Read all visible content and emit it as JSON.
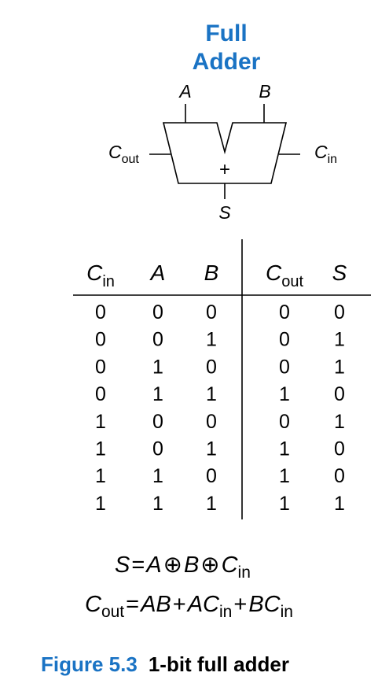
{
  "diagram": {
    "title_line1": "Full",
    "title_line2": "Adder",
    "symbol": "+",
    "inputs": {
      "a": "A",
      "b": "B",
      "cin_base": "C",
      "cin_sub": "in"
    },
    "outputs": {
      "s": "S",
      "cout_base": "C",
      "cout_sub": "out"
    },
    "colors": {
      "title": "#1a73c4",
      "figure_number": "#1a73c4",
      "lines": "#000000"
    }
  },
  "truth_table": {
    "columns": [
      {
        "base": "C",
        "sub": "in"
      },
      {
        "base": "A",
        "sub": ""
      },
      {
        "base": "B",
        "sub": ""
      },
      {
        "base": "C",
        "sub": "out"
      },
      {
        "base": "S",
        "sub": ""
      }
    ],
    "rows": [
      [
        "0",
        "0",
        "0",
        "0",
        "0"
      ],
      [
        "0",
        "0",
        "1",
        "0",
        "1"
      ],
      [
        "0",
        "1",
        "0",
        "0",
        "1"
      ],
      [
        "0",
        "1",
        "1",
        "1",
        "0"
      ],
      [
        "1",
        "0",
        "0",
        "0",
        "1"
      ],
      [
        "1",
        "0",
        "1",
        "1",
        "0"
      ],
      [
        "1",
        "1",
        "0",
        "1",
        "0"
      ],
      [
        "1",
        "1",
        "1",
        "1",
        "1"
      ]
    ]
  },
  "equations": {
    "s": {
      "lhs": "S",
      "eq": "=",
      "a": "A",
      "xor1": "⊕",
      "b": "B",
      "xor2": "⊕",
      "c": "C",
      "c_sub": "in"
    },
    "cout": {
      "lhs": "C",
      "lhs_sub": "out",
      "eq": "=",
      "t1": "AB",
      "plus1": "+",
      "t2": "AC",
      "t2_sub": "in",
      "plus2": "+",
      "t3": "BC",
      "t3_sub": "in"
    }
  },
  "caption": {
    "number": "Figure 5.3",
    "text": "1-bit full adder"
  }
}
